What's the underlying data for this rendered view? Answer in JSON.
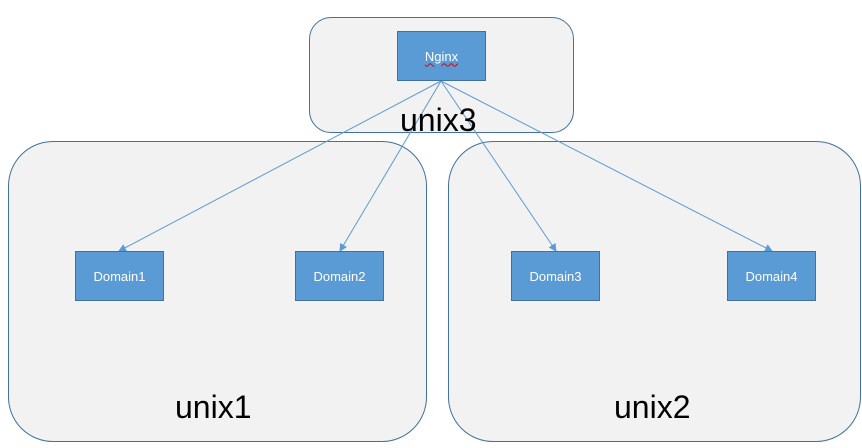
{
  "groups": {
    "unix3": "unix3",
    "unix1": "unix1",
    "unix2": "unix2"
  },
  "nodes": {
    "nginx": "Nginx",
    "domain1": "Domain1",
    "domain2": "Domain2",
    "domain3": "Domain3",
    "domain4": "Domain4"
  },
  "edges": [
    {
      "from": "Nginx",
      "to": "Domain1"
    },
    {
      "from": "Nginx",
      "to": "Domain2"
    },
    {
      "from": "Nginx",
      "to": "Domain3"
    },
    {
      "from": "Nginx",
      "to": "Domain4"
    }
  ],
  "colors": {
    "node_fill": "#5b9bd5",
    "node_border": "#41719c",
    "group_fill": "#f2f2f2",
    "edge": "#5b9bd5"
  }
}
